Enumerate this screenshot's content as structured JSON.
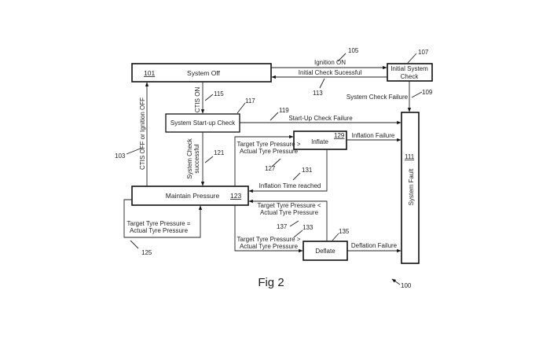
{
  "figure": {
    "caption": "Fig 2",
    "ref_overall": "100",
    "states": {
      "system_off": {
        "label": "System Off",
        "ref": "101"
      },
      "initial_check": {
        "label_line1": "Initial System",
        "label_line2": "Check"
      },
      "startup_check": {
        "label": "System Start-up Check"
      },
      "inflate": {
        "label": "Inflate",
        "ref": "129"
      },
      "maintain": {
        "label": "Maintain Pressure",
        "ref": "123"
      },
      "deflate": {
        "label": "Deflate"
      },
      "fault": {
        "label": "System Fault",
        "ref": "111"
      }
    },
    "transitions": {
      "ignition_on": "Ignition ON",
      "initial_check_ok": "Initial Check Sucessful",
      "system_check_failure": "System Check Failure",
      "ctis_on": "CTIS ON",
      "ctis_off": "CTIS OFF or Ignition OFF",
      "startup_failure": "Start-Up Check Failure",
      "startup_ok_line1": "System Check",
      "startup_ok_line2": "successful",
      "inflate_cond_line1": "Target Tyre Pressure >",
      "inflate_cond_line2": "Actual Tyre Pressure",
      "inflation_failure": "Inflation Failure",
      "inflation_time": "Inflation Time reached",
      "deflate_back_line1": "Target Tyre Pressure <",
      "deflate_back_line2": "Actual Tyre Pressure",
      "deflate_cond_line1": "Target Tyre Pressure >",
      "deflate_cond_line2": "Actual Tyre Pressure",
      "deflation_failure": "Deflation Failure",
      "self_loop_line1": "Target Tyre Pressure =",
      "self_loop_line2": "Actual Tyre Pressure"
    },
    "refs": {
      "r103": "103",
      "r105": "105",
      "r107": "107",
      "r109": "109",
      "r113": "113",
      "r115": "115",
      "r117": "117",
      "r119": "119",
      "r121": "121",
      "r125": "125",
      "r127": "127",
      "r131": "131",
      "r133": "133",
      "r135": "135",
      "r137": "137"
    }
  }
}
